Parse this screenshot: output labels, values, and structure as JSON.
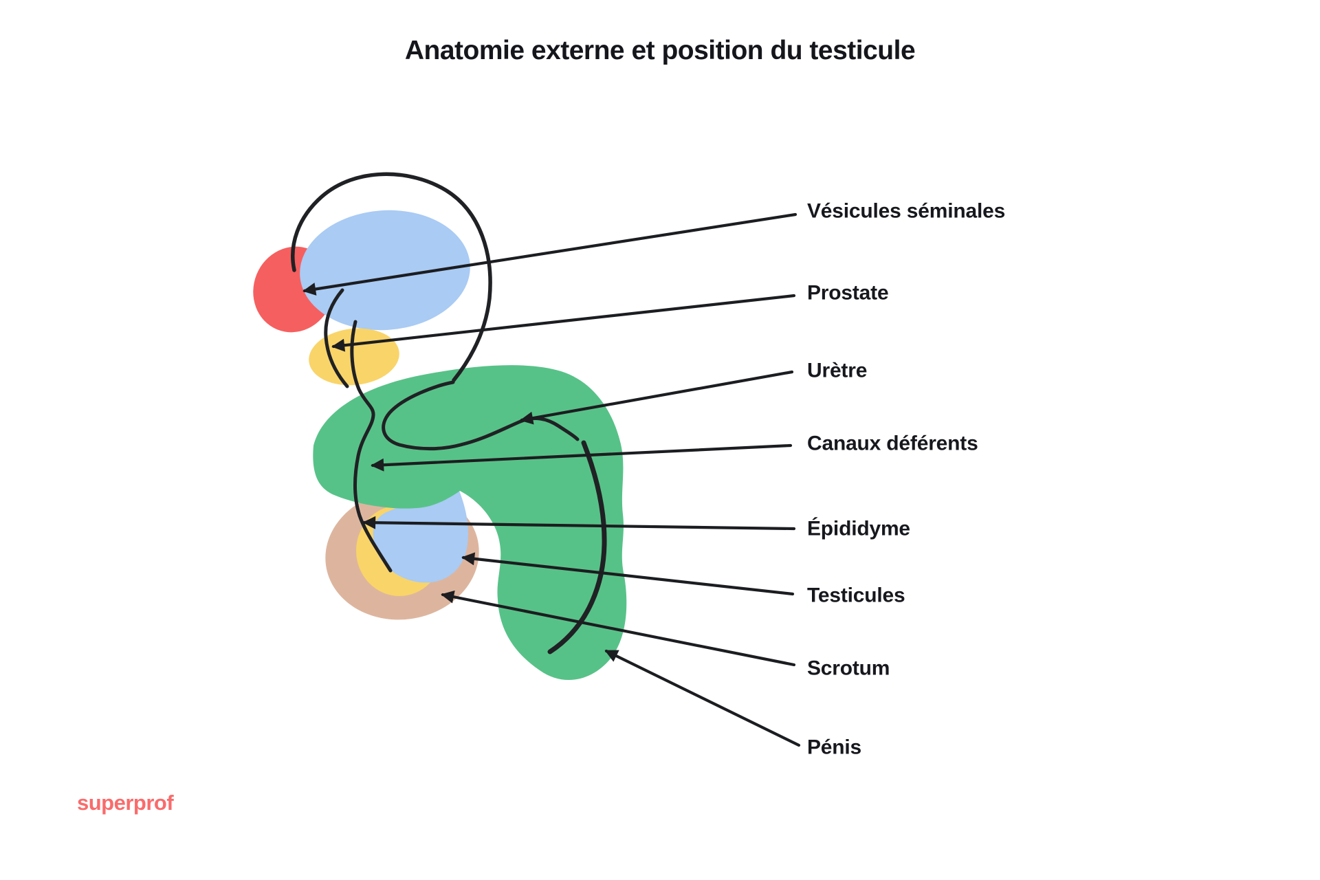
{
  "title": "Anatomie externe et position du testicule",
  "logo": "superprof",
  "labels": [
    {
      "text": "Vésicules séminales"
    },
    {
      "text": "Prostate"
    },
    {
      "text": "Urètre"
    },
    {
      "text": "Canaux déférents"
    },
    {
      "text": "Épididyme"
    },
    {
      "text": "Testicules"
    },
    {
      "text": "Scrotum"
    },
    {
      "text": "Pénis"
    }
  ],
  "colors": {
    "seminal_vesicle_red": "#F65F5F",
    "bladder_testicle_blue": "#A9CBF4",
    "prostate_epididymis_yellow": "#F9D469",
    "penis_green": "#57C288",
    "scrotum_tan": "#DDB59E",
    "outline_black": "#202124",
    "label_text": "#17181D",
    "logo_coral": "#FA6B6B",
    "background": "#FFFFFF"
  }
}
